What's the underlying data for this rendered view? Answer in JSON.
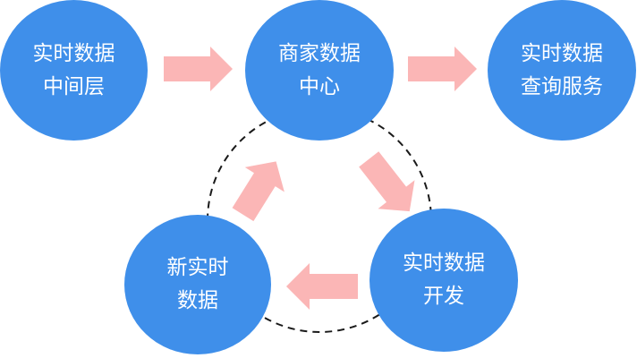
{
  "colors": {
    "node_fill": "#3F8FEA",
    "node_text": "#FFFFFF",
    "arrow_fill": "#FBB6B6",
    "cycle_stroke": "#1A1A1A",
    "background": "#FFFFFF"
  },
  "nodes": {
    "realtime_middle_layer": {
      "line1": "实时数据",
      "line2": "中间层"
    },
    "merchant_data_center": {
      "line1": "商家数据",
      "line2": "中心"
    },
    "realtime_query_service": {
      "line1": "实时数据",
      "line2": "查询服务"
    },
    "realtime_data_dev": {
      "line1": "实时数据",
      "line2": "开发"
    },
    "new_realtime_data": {
      "line1": "新实时",
      "line2": "数据"
    }
  },
  "edges": [
    {
      "from": "realtime_middle_layer",
      "to": "merchant_data_center"
    },
    {
      "from": "merchant_data_center",
      "to": "realtime_query_service"
    },
    {
      "from": "merchant_data_center",
      "to": "realtime_data_dev"
    },
    {
      "from": "realtime_data_dev",
      "to": "new_realtime_data"
    },
    {
      "from": "new_realtime_data",
      "to": "merchant_data_center"
    }
  ]
}
